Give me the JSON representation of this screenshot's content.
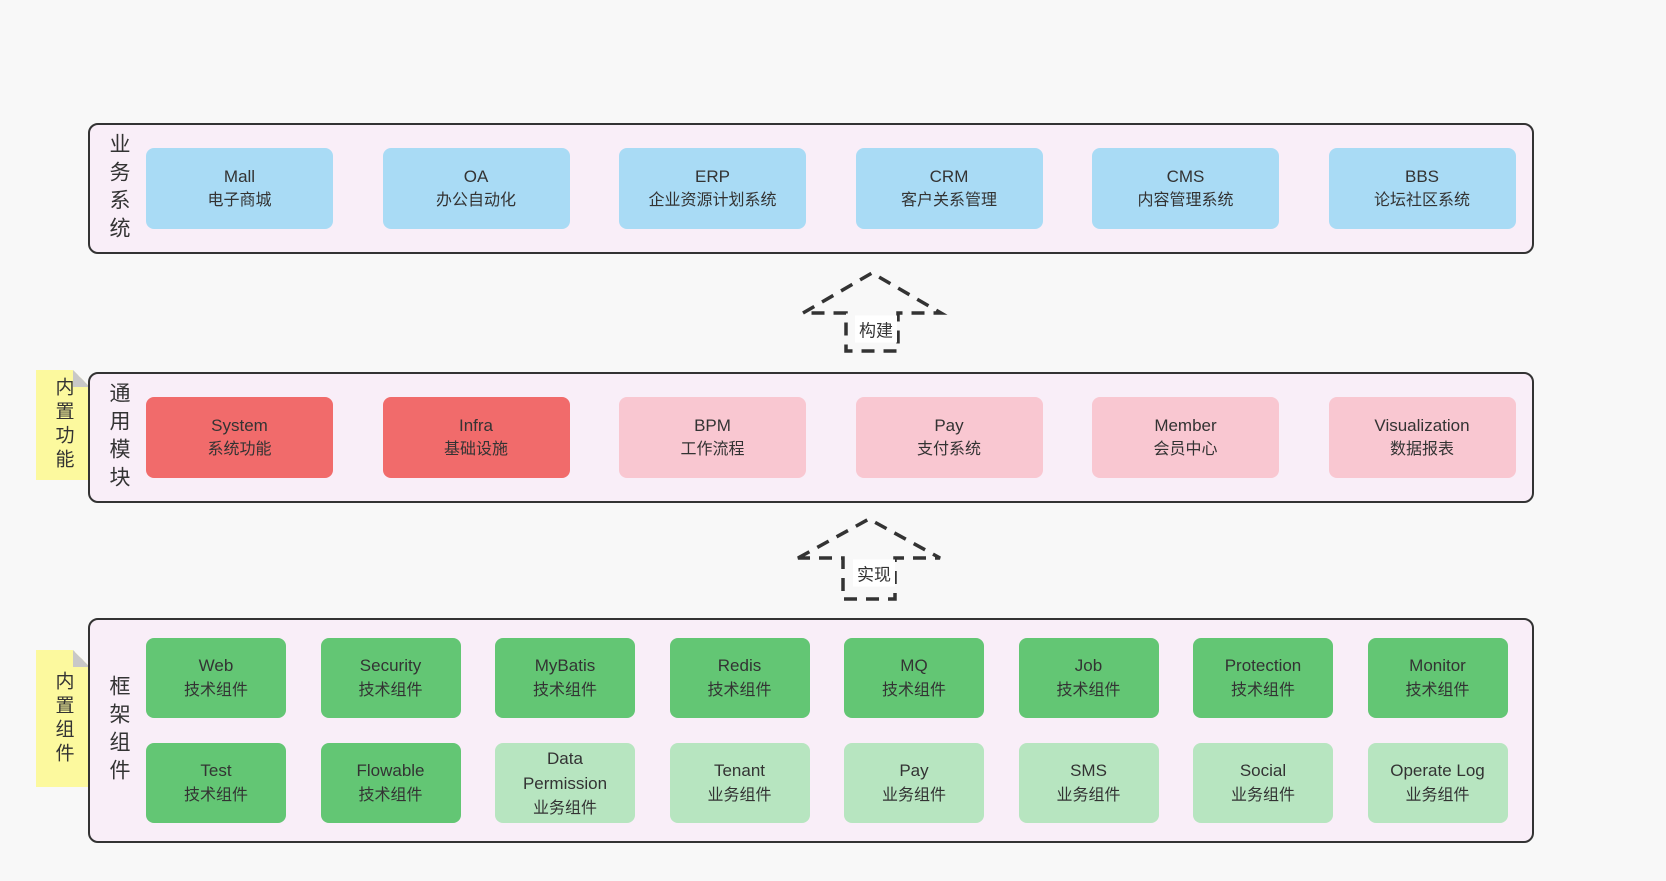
{
  "diagram": {
    "arrows": [
      {
        "label": "构建"
      },
      {
        "label": "实现"
      }
    ],
    "layers": [
      {
        "label": "业务系统",
        "items": [
          {
            "title": "Mall",
            "subtitle": "电子商城"
          },
          {
            "title": "OA",
            "subtitle": "办公自动化"
          },
          {
            "title": "ERP",
            "subtitle": "企业资源计划系统"
          },
          {
            "title": "CRM",
            "subtitle": "客户关系管理"
          },
          {
            "title": "CMS",
            "subtitle": "内容管理系统"
          },
          {
            "title": "BBS",
            "subtitle": "论坛社区系统"
          }
        ]
      },
      {
        "label": "通用模块",
        "note": "内置功能",
        "items": [
          {
            "title": "System",
            "subtitle": "系统功能"
          },
          {
            "title": "Infra",
            "subtitle": "基础设施"
          },
          {
            "title": "BPM",
            "subtitle": "工作流程"
          },
          {
            "title": "Pay",
            "subtitle": "支付系统"
          },
          {
            "title": "Member",
            "subtitle": "会员中心"
          },
          {
            "title": "Visualization",
            "subtitle": "数据报表"
          }
        ]
      },
      {
        "label": "框架组件",
        "note": "内置组件",
        "rows": [
          [
            {
              "title": "Web",
              "subtitle": "技术组件"
            },
            {
              "title": "Security",
              "subtitle": "技术组件"
            },
            {
              "title": "MyBatis",
              "subtitle": "技术组件"
            },
            {
              "title": "Redis",
              "subtitle": "技术组件"
            },
            {
              "title": "MQ",
              "subtitle": "技术组件"
            },
            {
              "title": "Job",
              "subtitle": "技术组件"
            },
            {
              "title": "Protection",
              "subtitle": "技术组件"
            },
            {
              "title": "Monitor",
              "subtitle": "技术组件"
            }
          ],
          [
            {
              "title": "Test",
              "subtitle": "技术组件"
            },
            {
              "title": "Flowable",
              "subtitle": "技术组件"
            },
            {
              "title": "Data Permission",
              "subtitle": "业务组件"
            },
            {
              "title": "Tenant",
              "subtitle": "业务组件"
            },
            {
              "title": "Pay",
              "subtitle": "业务组件"
            },
            {
              "title": "SMS",
              "subtitle": "业务组件"
            },
            {
              "title": "Social",
              "subtitle": "业务组件"
            },
            {
              "title": "Operate Log",
              "subtitle": "业务组件"
            }
          ]
        ]
      }
    ],
    "colors": {
      "page_bg": "#f8f8f8",
      "panel_bg": "#f9eef8",
      "panel_border": "#333333",
      "node_blue": "#a9dbf5",
      "node_red": "#f16b6b",
      "node_pink": "#f9c7d1",
      "node_green": "#63c674",
      "node_green_light": "#b7e5c0",
      "note_yellow": "#fcf99e",
      "note_fold": "#c8c8c8",
      "text": "#333333"
    }
  }
}
